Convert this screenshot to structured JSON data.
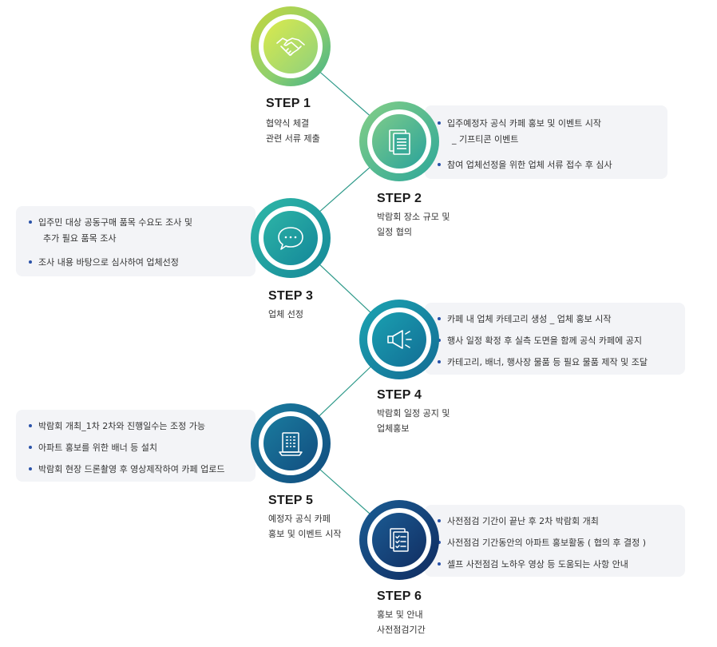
{
  "colors": {
    "line": "#2f9a8a",
    "bullet": "#2a52a8",
    "box_bg": "#f3f4f7",
    "step1": [
      "#d7e94a",
      "#7fc98b"
    ],
    "step2": [
      "#8fd28a",
      "#2ea69b"
    ],
    "step3": [
      "#2fb4a6",
      "#158a9a"
    ],
    "step4": [
      "#1c9fb0",
      "#136f96"
    ],
    "step5": [
      "#1b7c9e",
      "#124f80"
    ],
    "step6": [
      "#1a5a92",
      "#112f63"
    ]
  },
  "steps": [
    {
      "title": "STEP 1",
      "icon": "handshake-icon",
      "desc": [
        "협약식 체결",
        "관련 서류 제출"
      ],
      "notes": []
    },
    {
      "title": "STEP 2",
      "icon": "documents-icon",
      "desc": [
        "박람회 장소 규모 및",
        "일정 협의"
      ],
      "notes": [
        {
          "text": "입주예정자 공식 카페 홍보 및 이벤트 시작",
          "sub": "_ 기프티콘 이벤트"
        },
        {
          "text": "참여 업체선정을  위한 업체 서류 접수 후 심사",
          "sub": ""
        }
      ]
    },
    {
      "title": "STEP 3",
      "icon": "chat-bubble-icon",
      "desc": [
        "업체 선정"
      ],
      "notes": [
        {
          "text": "입주민 대상 공동구매 품목 수요도 조사 및",
          "sub": "추가 필요 품목 조사"
        },
        {
          "text": "조사 내용 바탕으로 심사하여 업체선정",
          "sub": ""
        }
      ]
    },
    {
      "title": "STEP 4",
      "icon": "megaphone-icon",
      "desc": [
        "박람회 일정 공지 및",
        "업체홍보"
      ],
      "notes": [
        {
          "text": "카페 내 업체 카테고리 생성 _ 업체 홍보 시작",
          "sub": ""
        },
        {
          "text": "행사 일정 확정 후 실측 도면을 함께 공식 카페에 공지",
          "sub": ""
        },
        {
          "text": "카테고리, 배너, 행사장 물품 등 필요 물품 제작 및 조달",
          "sub": ""
        }
      ]
    },
    {
      "title": "STEP 5",
      "icon": "building-icon",
      "desc": [
        "예정자 공식 카페",
        "홍보 및 이벤트 시작"
      ],
      "notes": [
        {
          "text": "박람회 개최_1차 2차와 진행일수는 조정 가능",
          "sub": ""
        },
        {
          "text": "아파트 홍보를 위한 배너 등 설치",
          "sub": ""
        },
        {
          "text": "박람회 현장 드론촬영 후 영상제작하여 카페 업로드",
          "sub": ""
        }
      ]
    },
    {
      "title": "STEP 6",
      "icon": "checklist-icon",
      "desc": [
        "홍보 및 안내",
        "사전점검기간"
      ],
      "notes": [
        {
          "text": "사전점검 기간이 끝난 후 2차 박람회 개최",
          "sub": ""
        },
        {
          "text": "사전점검 기간동안의 아파트 홍보활동 ( 협의 후 결정 )",
          "sub": ""
        },
        {
          "text": "셀프 사전점검 노하우 영상 등 도움되는 사항 안내",
          "sub": ""
        }
      ]
    }
  ]
}
